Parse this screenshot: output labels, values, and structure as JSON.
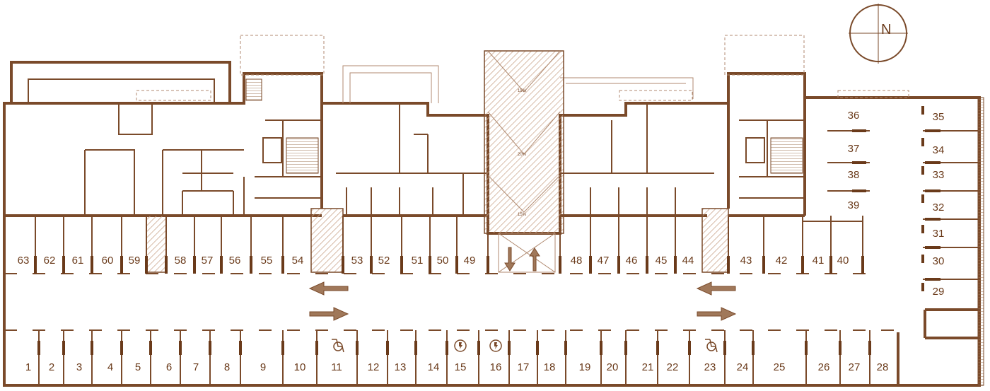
{
  "compass": {
    "label": "N"
  },
  "ramp_labels": [
    "15%",
    "20%",
    "15%"
  ],
  "spaces": {
    "top_row": [
      "63",
      "62",
      "61",
      "60",
      "59",
      "58",
      "57",
      "56",
      "55",
      "54",
      "53",
      "52",
      "51",
      "50",
      "49",
      "48",
      "47",
      "46",
      "45",
      "44",
      "43",
      "42",
      "41",
      "40"
    ],
    "bottom_row": [
      "1",
      "2",
      "3",
      "4",
      "5",
      "6",
      "7",
      "8",
      "9",
      "10",
      "11",
      "12",
      "13",
      "14",
      "15",
      "16",
      "17",
      "18",
      "19",
      "20",
      "21",
      "22",
      "23",
      "24",
      "25",
      "26",
      "27",
      "28"
    ],
    "right_left_col": [
      "36",
      "37",
      "38",
      "39"
    ],
    "right_right_col": [
      "35",
      "34",
      "33",
      "32",
      "31",
      "30",
      "29"
    ]
  },
  "icons": {
    "accessible": "wheelchair-icon",
    "charging": "ev-charging-icon"
  },
  "colors": {
    "line": "#7a4a2a",
    "text": "#6a3a1a",
    "faint": "#b08a70"
  }
}
